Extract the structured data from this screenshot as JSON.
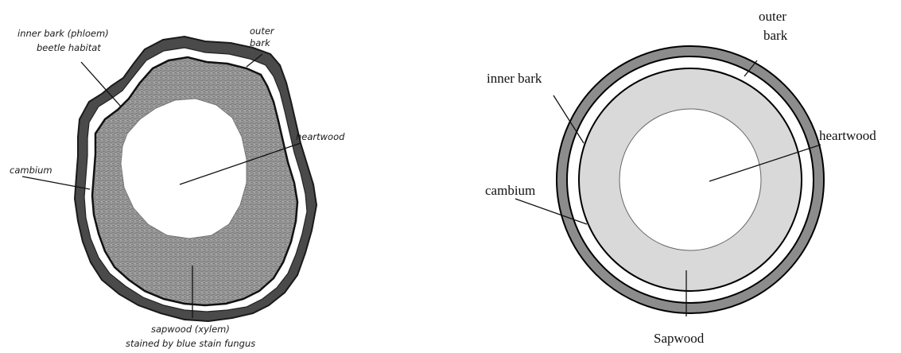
{
  "left_diagram": {
    "labels": {
      "inner_bark_line1": "inner bark (phloem)",
      "inner_bark_line2": "beetle habitat",
      "outer_bark_line1": "outer",
      "outer_bark_line2": "bark",
      "heartwood": "heartwood",
      "cambium": "cambium",
      "sapwood_line1": "sapwood (xylem)",
      "sapwood_line2": "stained by blue stain fungus"
    }
  },
  "right_diagram": {
    "labels": {
      "outer_bark_line1": "outer",
      "outer_bark_line2": "bark",
      "inner_bark": "inner bark",
      "heartwood": "heartwood",
      "cambium": "cambium",
      "sapwood": "Sapwood"
    },
    "colors": {
      "outer_bark": "#8c8c8c",
      "inner_bark": "#ffffff",
      "sapwood": "#d9d9d9",
      "heartwood": "#ffffff"
    }
  }
}
